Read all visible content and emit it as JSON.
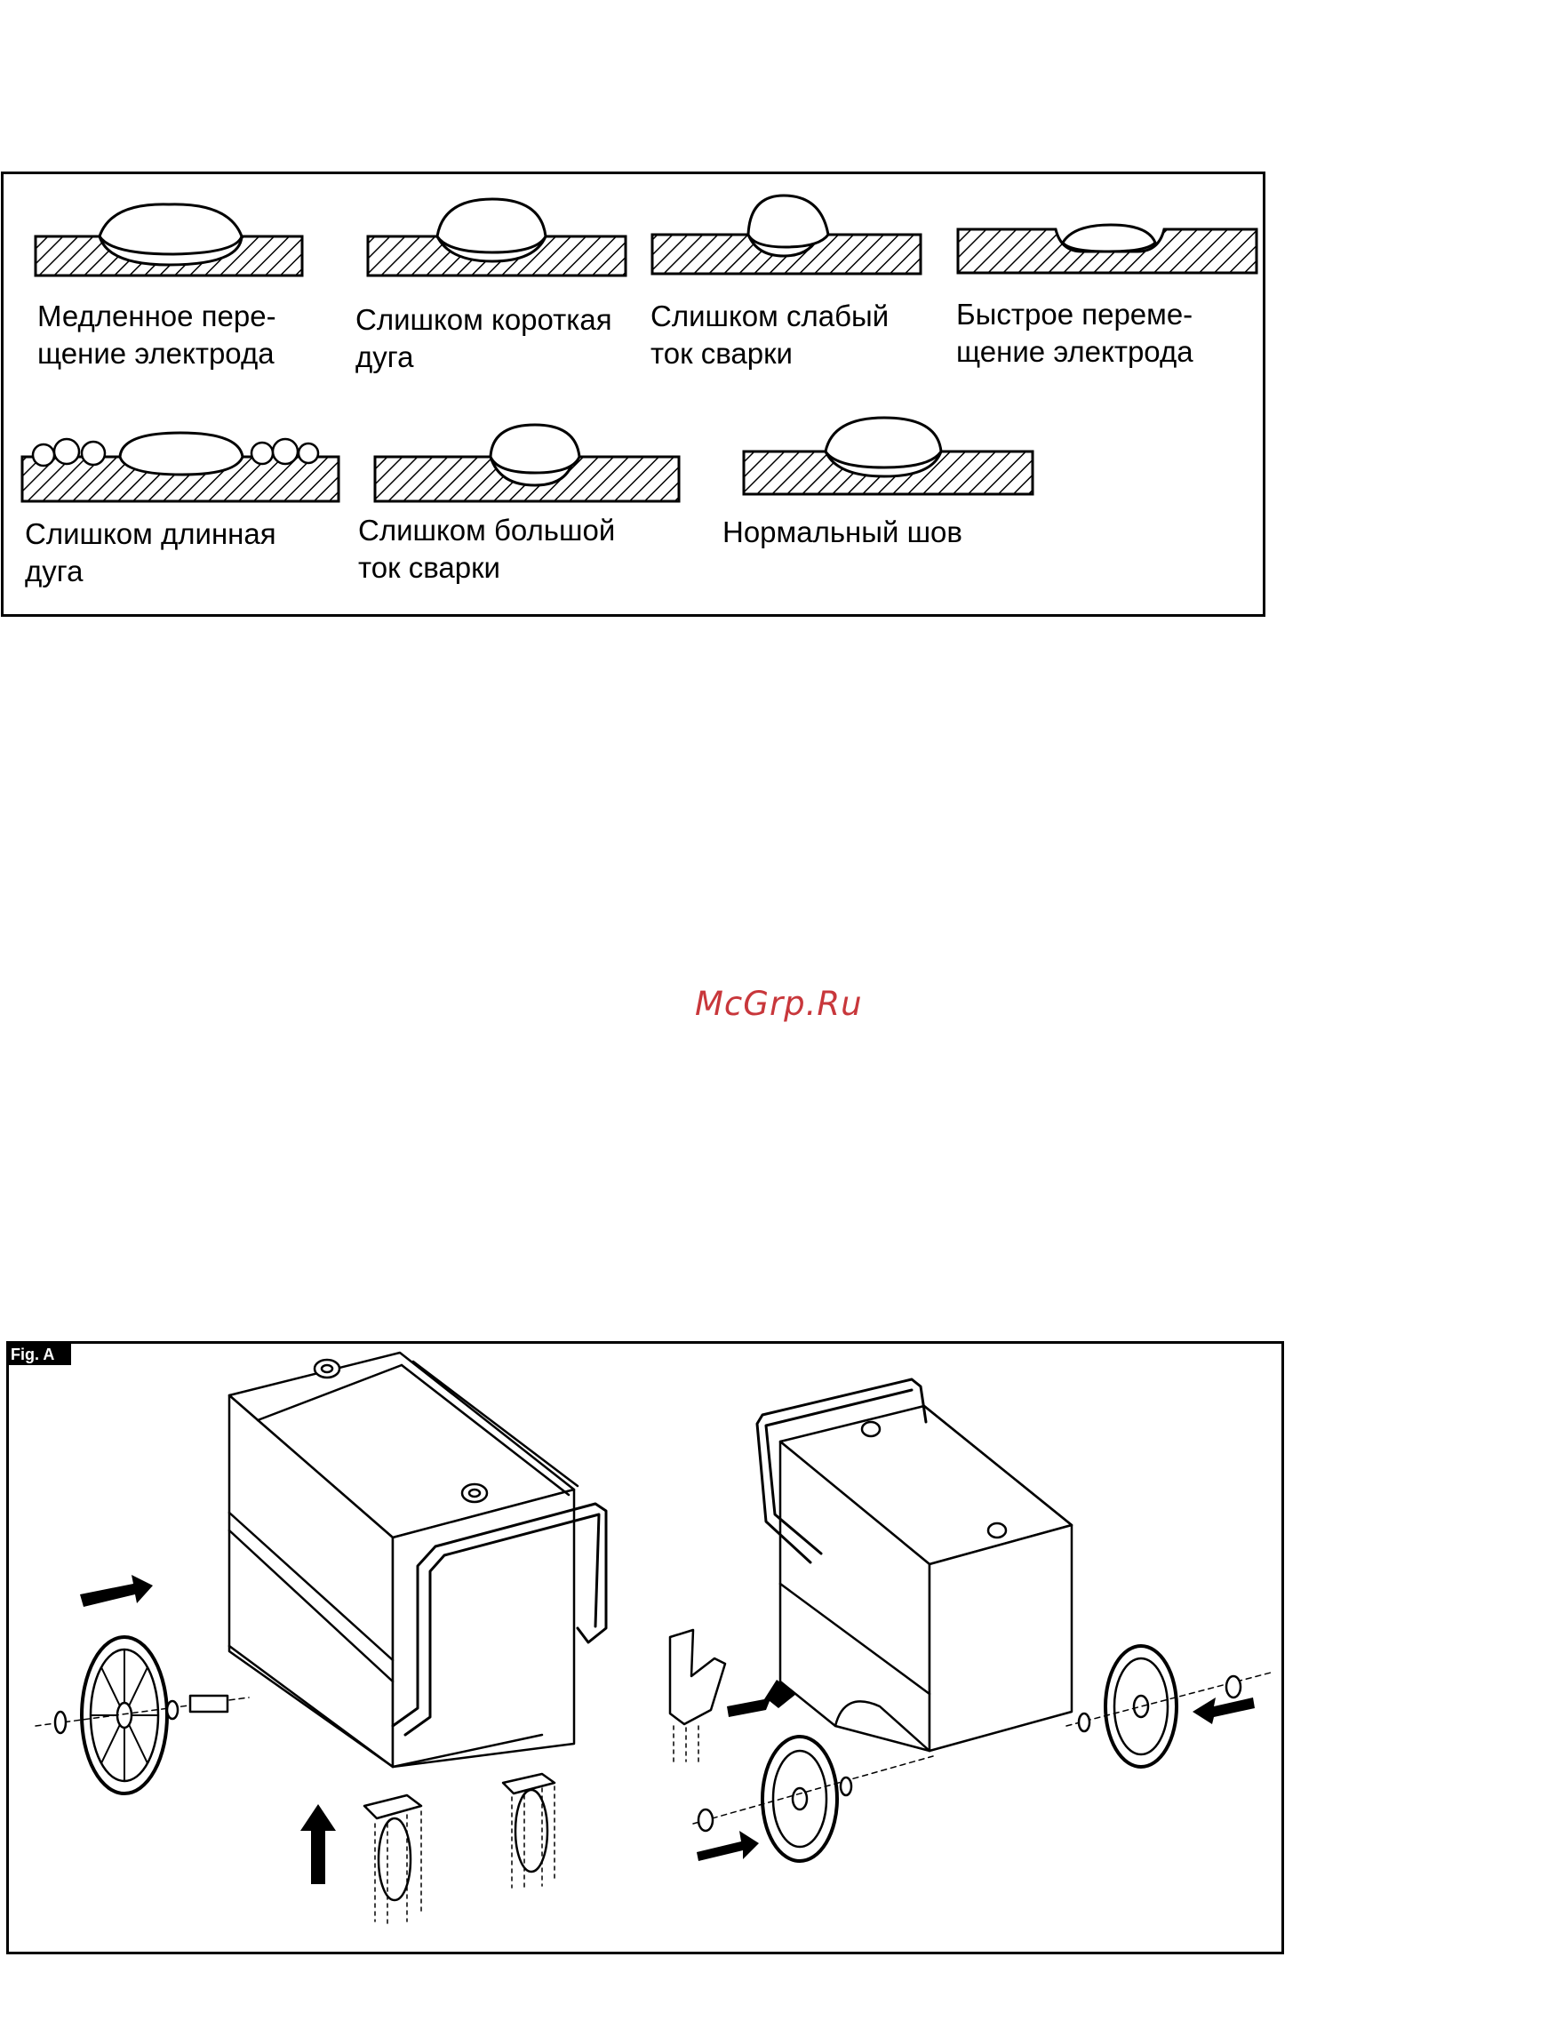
{
  "weld_beads": [
    {
      "label": "Медленное пере-\nщение электрода"
    },
    {
      "label": "Слишком короткая\nдуга"
    },
    {
      "label": "Слишком слабый\nток сварки"
    },
    {
      "label": "Быстрое переме-\nщение электрода"
    },
    {
      "label": "Слишком длинная\nдуга"
    },
    {
      "label": "Слишком большой\nток сварки"
    },
    {
      "label": "Нормальный шов"
    }
  ],
  "watermark": "McGrp.Ru",
  "figure": {
    "tag": "Fig. A"
  }
}
